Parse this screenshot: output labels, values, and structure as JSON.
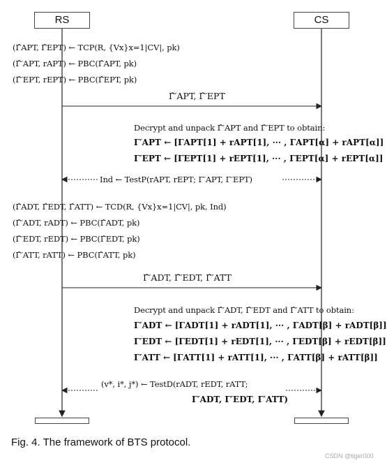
{
  "parties": {
    "rs": "RS",
    "cs": "CS"
  },
  "rs_block1": [
    "(Γ̂APT, Γ̂EPT) ← TCP(R, {Vx}x=1|CV|, pk)",
    "(Γ̂′APT, rAPT) ← PBC(Γ̂APT, pk)",
    "(Γ̂′EPT, rEPT) ← PBC(Γ̂EPT, pk)"
  ],
  "msg1": "Γ̂′APT, Γ̂′EPT",
  "cs_block1": [
    "Decrypt and unpack Γ̂′APT and Γ̂′EPT to obtain:",
    "Γ′APT ← [ΓAPT[1] + rAPT[1], ··· , ΓAPT[α] + rAPT[α]]",
    "Γ′EPT ← [ΓEPT[1] + rEPT[1], ··· , ΓEPT[α] + rEPT[α]]"
  ],
  "msg2": "Ind ← TestP(rAPT, rEPT; Γ′APT, Γ′EPT)",
  "rs_block2": [
    "(Γ̂ADT, Γ̂EDT, Γ̂ATT) ← TCD(R, {Vx}x=1|CV|, pk, Ind)",
    "(Γ̂′ADT, rADT) ← PBC(Γ̂ADT, pk)",
    "(Γ̂′EDT, rEDT) ← PBC(Γ̂EDT, pk)",
    "(Γ̂′ATT, rATT) ← PBC(Γ̂ATT, pk)"
  ],
  "msg3": "Γ̂′ADT, Γ̂′EDT, Γ̂′ATT",
  "cs_block2": [
    "Decrypt and unpack Γ̂′ADT, Γ̂′EDT and Γ̂′ATT to obtain:",
    "Γ′ADT ← [ΓADT[1] + rADT[1], ··· , ΓADT[β] + rADT[β]]",
    "Γ′EDT ← [ΓEDT[1] + rEDT[1], ··· , ΓEDT[β] + rEDT[β]]",
    "Γ′ATT ← [ΓATT[1] + rATT[1], ··· , ΓATT[β] + rATT[β]]"
  ],
  "msg4": [
    "(v*, i*, j*) ← TestD(rADT, rEDT, rATT;",
    "Γ′ADT, Γ′EDT, Γ′ATT)"
  ],
  "caption": "Fig. 4. The framework of BTS protocol.",
  "watermark": "CSDN @tiger000"
}
